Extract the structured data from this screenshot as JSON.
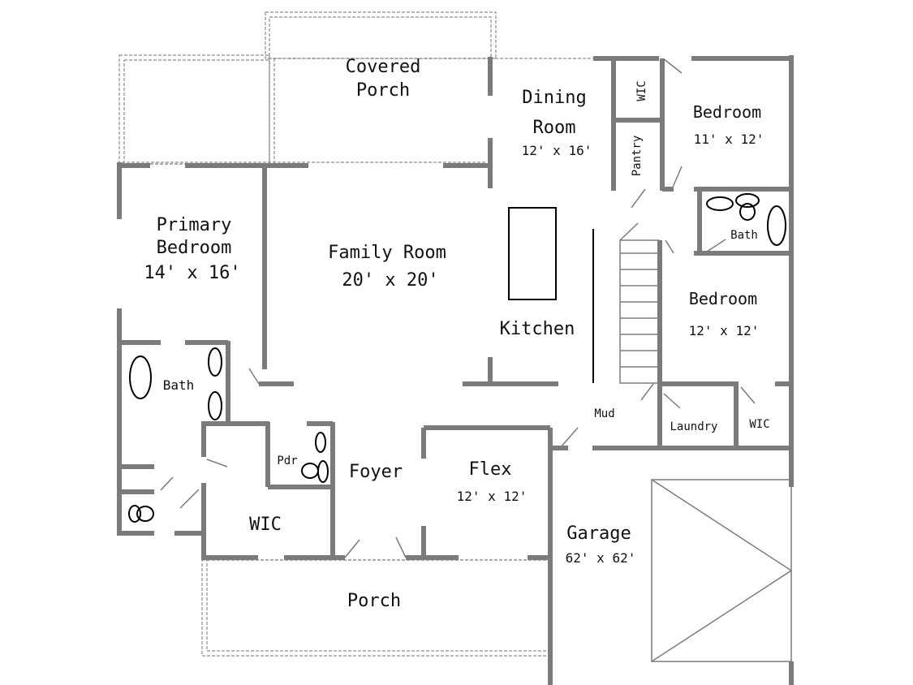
{
  "rooms": {
    "covered_porch": {
      "line1": "Covered",
      "line2": "Porch"
    },
    "dining_room": {
      "line1": "Dining",
      "line2": "Room",
      "size": "12' x 16'"
    },
    "wic_upper": {
      "name": "WIC"
    },
    "pantry": {
      "name": "Pantry"
    },
    "bedroom_upper": {
      "name": "Bedroom",
      "size": "11' x 12'"
    },
    "bath_right": {
      "name": "Bath"
    },
    "primary_bedroom": {
      "line1": "Primary",
      "line2": "Bedroom",
      "size": "14' x 16'"
    },
    "family_room": {
      "name": "Family Room",
      "size": "20' x 20'"
    },
    "kitchen": {
      "name": "Kitchen"
    },
    "bedroom_lower": {
      "name": "Bedroom",
      "size": "12' x 12'"
    },
    "bath_left": {
      "name": "Bath"
    },
    "mud": {
      "name": "Mud"
    },
    "laundry": {
      "name": "Laundry"
    },
    "wic_right": {
      "name": "WIC"
    },
    "pdr": {
      "name": "Pdr"
    },
    "foyer": {
      "name": "Foyer"
    },
    "flex": {
      "name": "Flex",
      "size": "12' x 12'"
    },
    "wic_primary": {
      "name": "WIC"
    },
    "garage": {
      "name": "Garage",
      "size": "62' x 62'"
    },
    "porch": {
      "name": "Porch"
    }
  },
  "colors": {
    "wall": "#7b7b7b",
    "fixture": "#000000",
    "background": "#ffffff"
  }
}
